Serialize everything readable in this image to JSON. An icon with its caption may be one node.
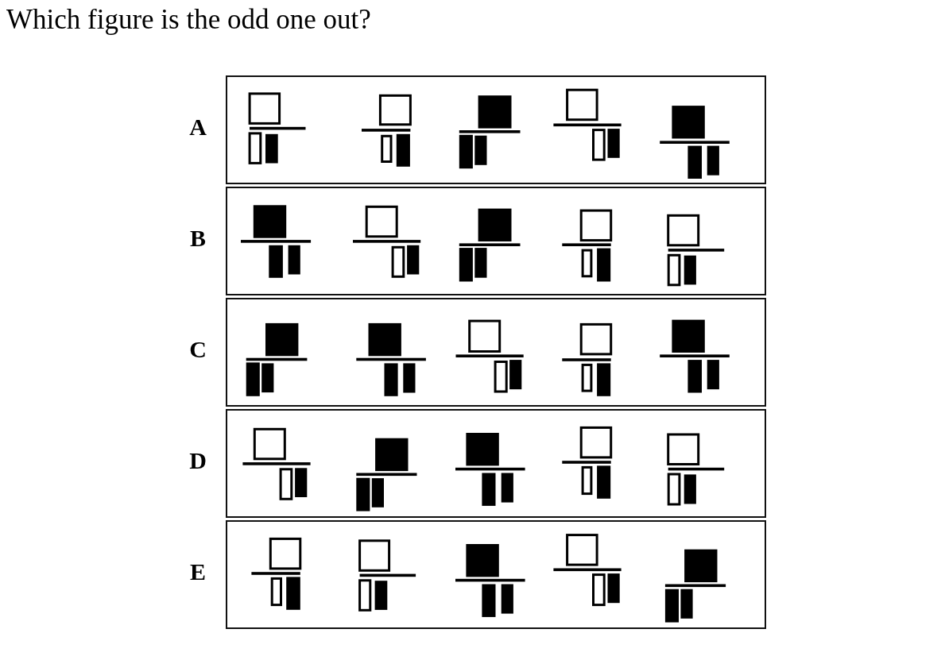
{
  "diagram": {
    "title": "Which figure is the odd one out?",
    "nodes": [
      {
        "text": [
          "A"
        ]
      },
      {
        "text": [
          "B"
        ]
      },
      {
        "text": [
          "C"
        ]
      },
      {
        "text": [
          "D"
        ]
      },
      {
        "text": [
          "E"
        ]
      }
    ]
  }
}
